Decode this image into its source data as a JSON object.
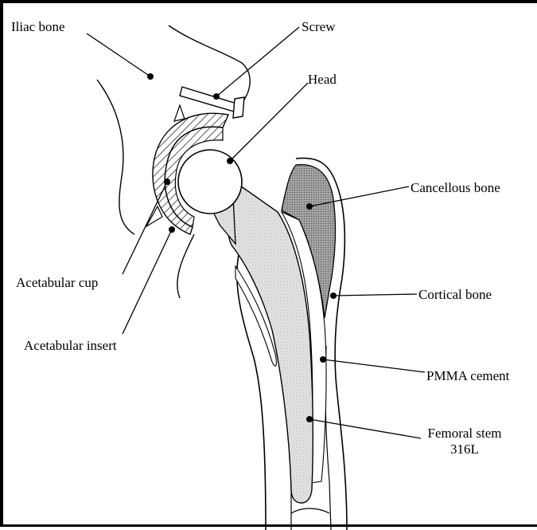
{
  "labels": {
    "iliac_bone": "Iliac bone",
    "screw": "Screw",
    "head": "Head",
    "cancellous_bone": "Cancellous bone",
    "acetabular_cup": "Acetabular cup",
    "cortical_bone": "Cortical bone",
    "acetabular_insert": "Acetabular insert",
    "pmma_cement": "PMMA cement",
    "femoral_stem_line1": "Femoral stem",
    "femoral_stem_line2": "316L"
  }
}
